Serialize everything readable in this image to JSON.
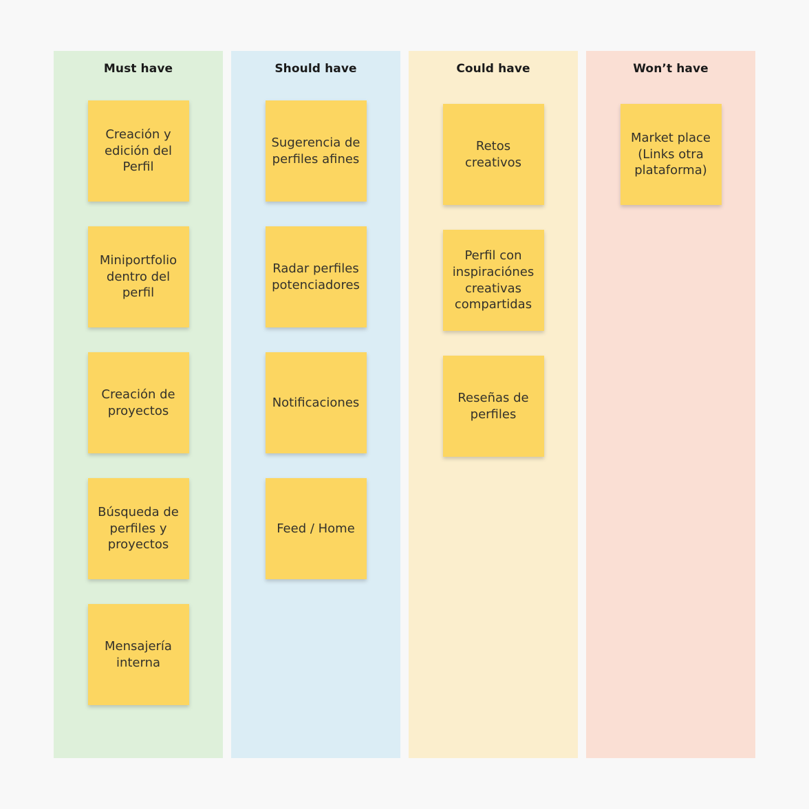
{
  "colors": {
    "page_background": "#F8F8F8",
    "sticky_note": "#FCD661",
    "sticky_text": "#33312B",
    "header_text": "#1A1A1A"
  },
  "columns": [
    {
      "title": "Must have",
      "color": "#DEF0DA",
      "notes": [
        "Creación y edición del Perfil",
        "Miniportfolio dentro del perfil",
        "Creación de proyectos",
        "Búsqueda de perfiles y proyectos",
        "Mensajería interna"
      ]
    },
    {
      "title": "Should have",
      "color": "#DBEDF5",
      "notes": [
        "Sugerencia de perfiles afines",
        "Radar perfiles potenciadores",
        "Notificaciones",
        "Feed / Home"
      ]
    },
    {
      "title": "Could have",
      "color": "#FBEECD",
      "notes": [
        "Retos creativos",
        "Perfil con inspiraciónes creativas compartidas",
        "Reseñas de perfiles"
      ]
    },
    {
      "title": "Won’t have",
      "color": "#FADFD4",
      "notes": [
        "Market place (Links otra plataforma)"
      ]
    }
  ]
}
